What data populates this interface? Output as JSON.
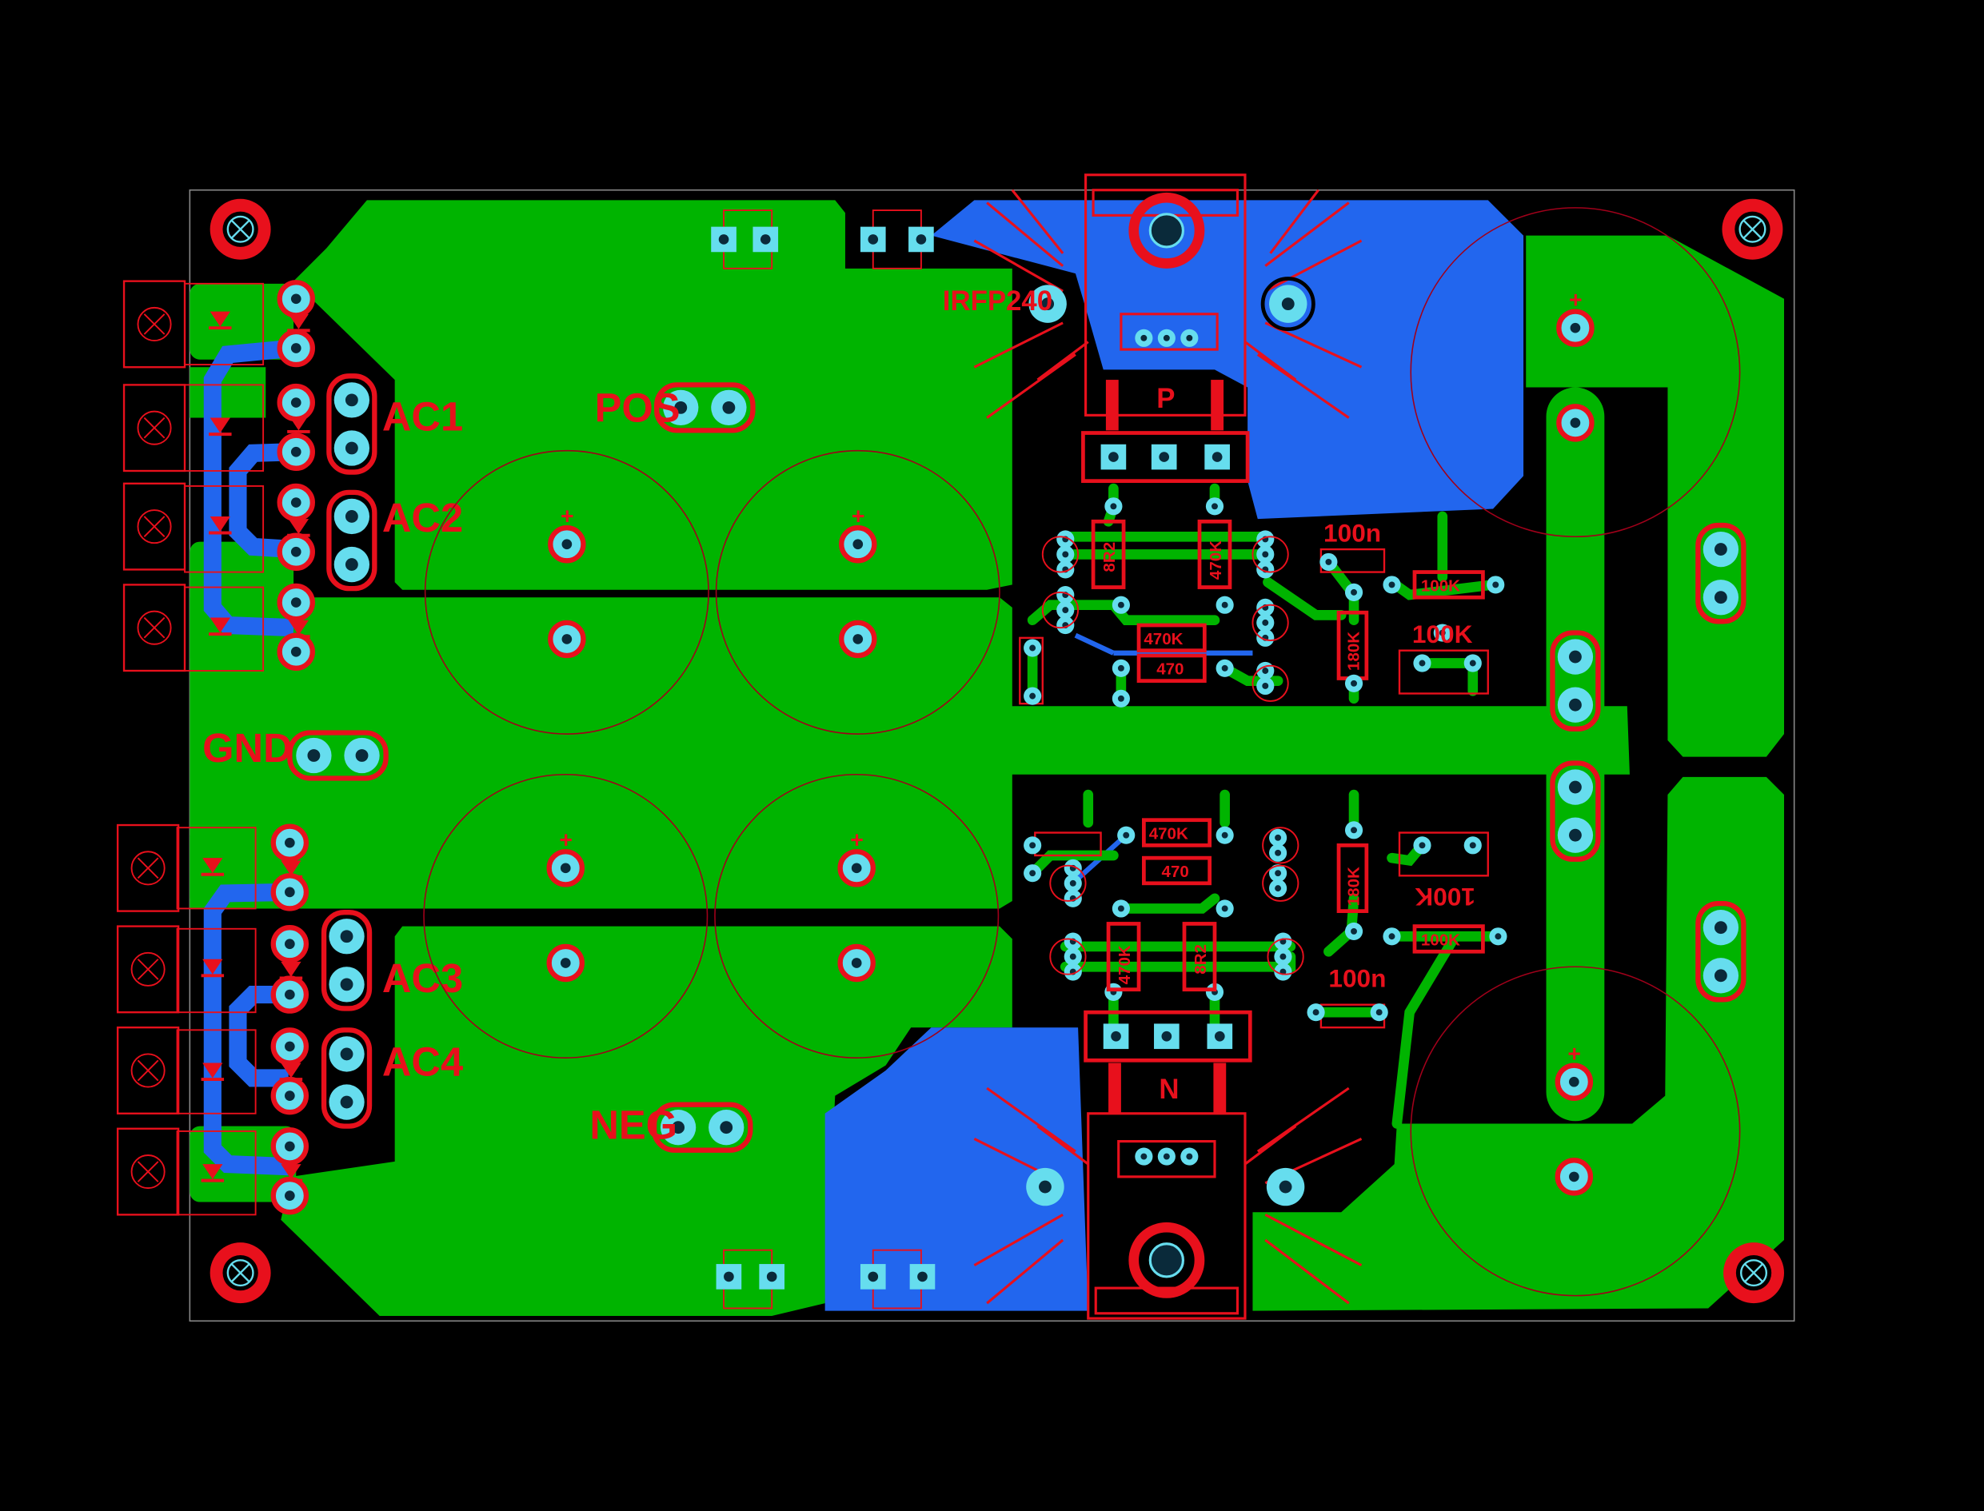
{
  "board": {
    "colors": {
      "background": "#000000",
      "copper_bottom": "#00b400",
      "copper_top": "#2266ee",
      "silkscreen": "#e8101c",
      "pad": "#66ddee",
      "drill": "#0a2a3a",
      "outline": "#888888"
    },
    "labels": {
      "ac1": "AC1",
      "ac2": "AC2",
      "ac3": "AC3",
      "ac4": "AC4",
      "pos": "POS",
      "neg": "NEG",
      "gnd": "GND",
      "mosfet_part": "IRFP240",
      "p_channel": "P",
      "n_channel": "N",
      "cap_top": "100n",
      "cap_bottom": "100n",
      "res_top_100k": "100K",
      "pot_top": "100K",
      "res_bottom_100k": "100K",
      "pot_bottom": "100K",
      "res_top_180k": "180K",
      "res_bottom_180k": "180K",
      "res_top_470k_h": "470K",
      "res_top_470_h": "470",
      "res_bottom_470k_h": "470K",
      "res_bottom_470_h": "470",
      "res_top_470k_v": "470K",
      "res_top_8r2": "8R2",
      "res_bottom_470k_v": "470K",
      "res_bottom_8r2": "8R2",
      "plus": "+"
    }
  }
}
